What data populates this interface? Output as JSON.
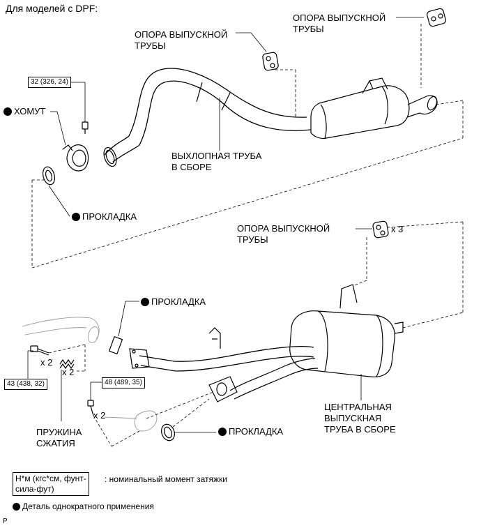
{
  "header": {
    "title": "Для моделей с DPF:"
  },
  "labels": {
    "support_top_right": [
      "ОПОРА ВЫПУСКНОЙ",
      "ТРУБЫ"
    ],
    "support_left": [
      "ОПОРА ВЫПУСКНОЙ",
      "ТРУБЫ"
    ],
    "support_middle": [
      "ОПОРА ВЫПУСКНОЙ",
      "ТРУБЫ"
    ],
    "support_middle_qty": "x 3",
    "exhaust_pipe": [
      "ВЫХЛОПНАЯ ТРУБА",
      "В СБОРЕ"
    ],
    "clamp": "ХОМУТ",
    "gasket_top": "ПРОКЛАДКА",
    "gasket_mid": "ПРОКЛАДКА",
    "gasket_bottom": "ПРОКЛАДКА",
    "compression_spring": [
      "ПРУЖИНА",
      "СЖАТИЯ"
    ],
    "center_pipe": [
      "ЦЕНТРАЛЬНАЯ",
      "ВЫПУСКНАЯ",
      "ТРУБА В СБОРЕ"
    ],
    "bolt_left_qty": "x 2",
    "spring_qty": "x 2",
    "bolt_right_qty": "x 2"
  },
  "torques": {
    "clamp_bolt": "32 (326, 24)",
    "bolt_left": "43 (438, 32)",
    "bolt_right": "48 (489, 35)"
  },
  "legend": {
    "torque_units": [
      "Н*м (кгс*см, фунт-",
      "сила-фут)"
    ],
    "torque_desc": ": номинальный момент затяжки",
    "single_use": "Деталь однократного применения"
  },
  "footer": {
    "code": "P"
  }
}
